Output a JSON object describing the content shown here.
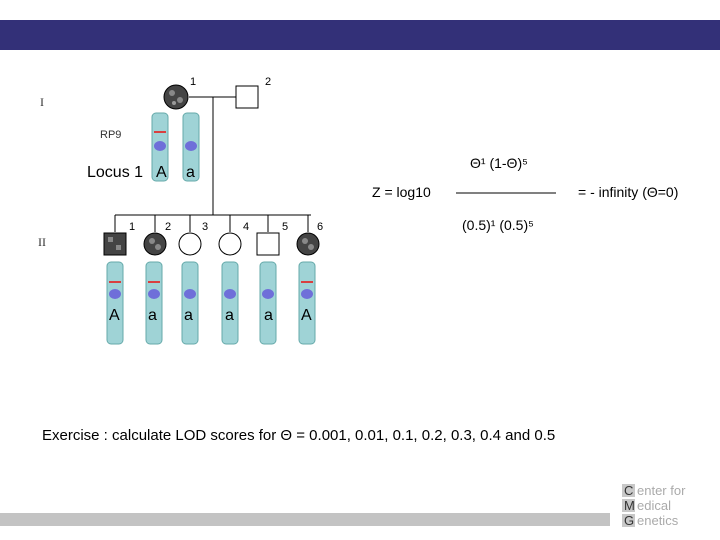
{
  "gen_labels": [
    "I",
    "II"
  ],
  "marker_label": "RP9",
  "parent_numbers": [
    "1",
    "2"
  ],
  "child_numbers": [
    "1",
    "2",
    "3",
    "4",
    "5",
    "6"
  ],
  "locus_label": "Locus 1",
  "parent_alleles": [
    "A",
    "a"
  ],
  "child_alleles": [
    "A",
    "a",
    "a",
    "a",
    "a",
    "A"
  ],
  "formula": {
    "lhs": "Z = log10",
    "numerator": "Θ¹ (1-Θ)⁵",
    "denominator": "(0.5)¹ (0.5)⁵",
    "result": "=  - infinity (Θ=0)"
  },
  "exercise": "Exercise : calculate LOD scores for Θ = 0.001, 0.01, 0.1, 0.2, 0.3, 0.4 and 0.5",
  "logo": {
    "line1_initial": "C",
    "line1_rest": "enter for",
    "line2_initial": "M",
    "line2_rest": "edical",
    "line3_initial": "G",
    "line3_rest": "enetics"
  },
  "colors": {
    "header": "#333078",
    "chromosome": "#9fd3d6",
    "locus_dot": "#6f6fd9",
    "marker": "#d94040",
    "footer_bar": "#c3c3c3"
  }
}
